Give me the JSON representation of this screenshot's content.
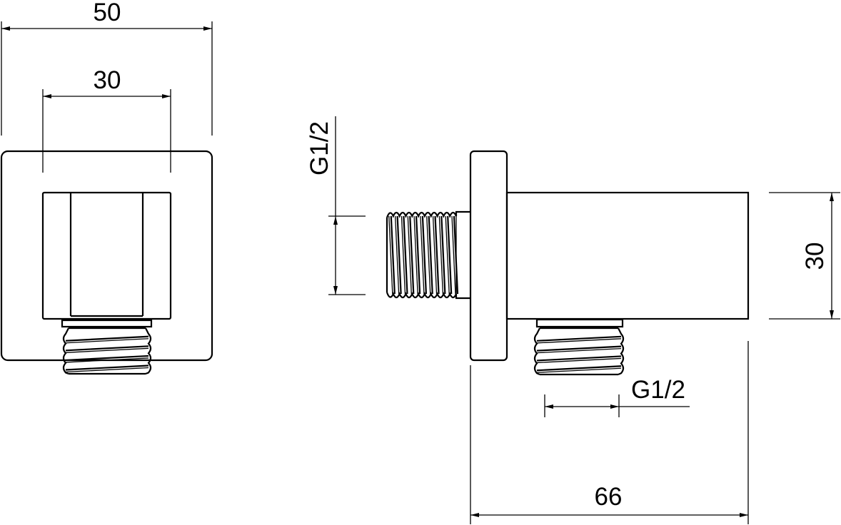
{
  "drawing": {
    "front_view": {
      "overall_width": "50",
      "inner_width": "30"
    },
    "side_view": {
      "inlet_thread": "G1/2",
      "outlet_thread": "G1/2",
      "body_height": "30",
      "depth": "66"
    },
    "line_color": "#000000"
  }
}
